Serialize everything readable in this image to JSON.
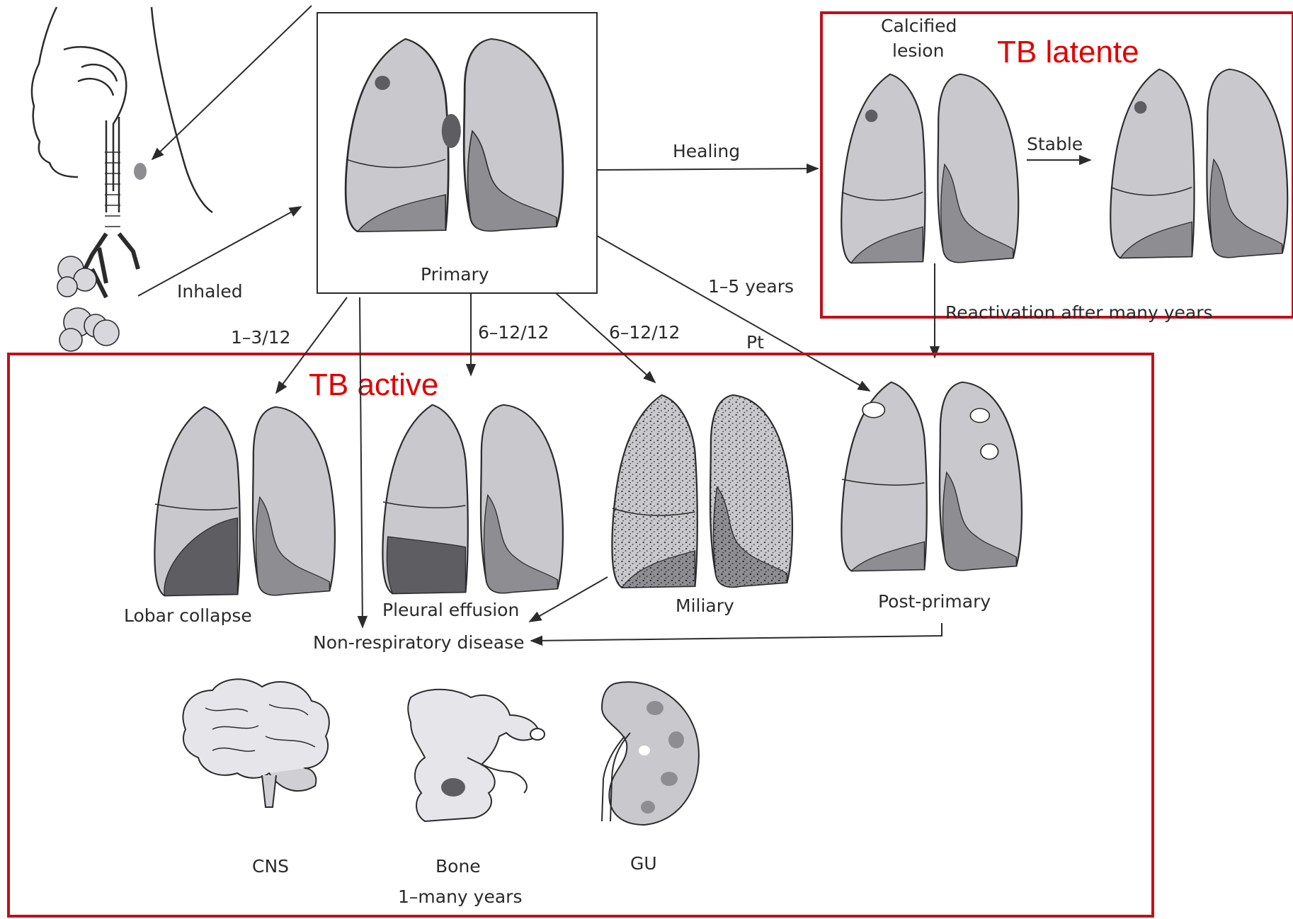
{
  "colors": {
    "lung_fill": "#c9c9cd",
    "lung_dark": "#8e8e92",
    "lung_darker": "#5d5d62",
    "outline": "#2b2b2b",
    "box_red": "#c0101a",
    "label_red": "#e00000"
  },
  "labels": {
    "inhaled": "Inhaled",
    "primary": "Primary",
    "healing": "Healing",
    "calcified_line1": "Calcified",
    "calcified_line2": "lesion",
    "tb_latent": "TB latente",
    "stable": "Stable",
    "one_five_years": "1–5 years",
    "reactivation": "Reactivation after many years",
    "one_three": "1–3/12",
    "six_twelve_a": "6–12/12",
    "six_twelve_b": "6–12/12",
    "pt": "Pt",
    "tb_active": "TB active",
    "lobar_collapse": "Lobar collapse",
    "pleural_effusion": "Pleural effusion",
    "miliary": "Miliary",
    "post_primary": "Post-primary",
    "non_respiratory": "Non-respiratory disease",
    "cns": "CNS",
    "bone": "Bone",
    "many_years": "1–many years",
    "gu": "GU"
  }
}
